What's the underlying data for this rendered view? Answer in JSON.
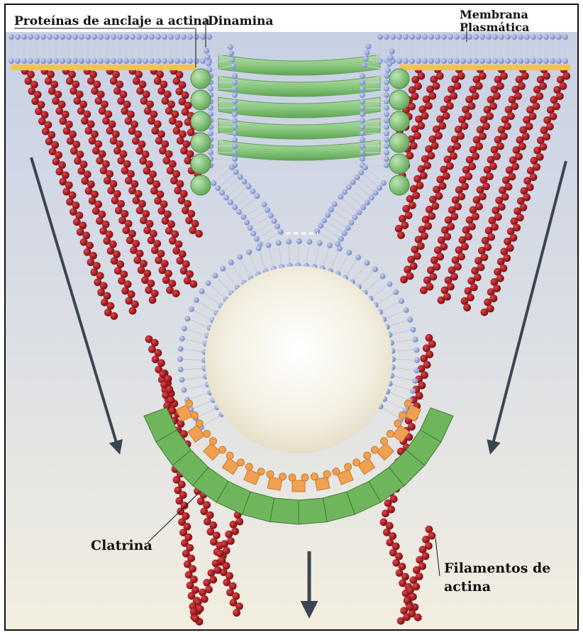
{
  "labels": {
    "actin_anchor": "Proteínas de anclaje a actina",
    "dynamin": "Dinamina",
    "membrane_line1": "Membrana",
    "membrane_line2": "Plasmática",
    "clathrin": "Clatrina",
    "filaments_line1": "Filamentos de",
    "filaments_line2": "actina"
  },
  "colors": {
    "cytoplasm_top": "#c9d2e6",
    "cytoplasm_bottom": "#f2ede0",
    "lipid_head": "#8b9ed4",
    "lipid_tail": "#d9dee9",
    "actin_bead": "#a81f24",
    "dynamin": "#8fcb87",
    "clathrin_coat": "#6fb55c",
    "adaptor": "#f0a050",
    "arrow": "#3b4552",
    "anchor_protein": "#f2c447"
  }
}
